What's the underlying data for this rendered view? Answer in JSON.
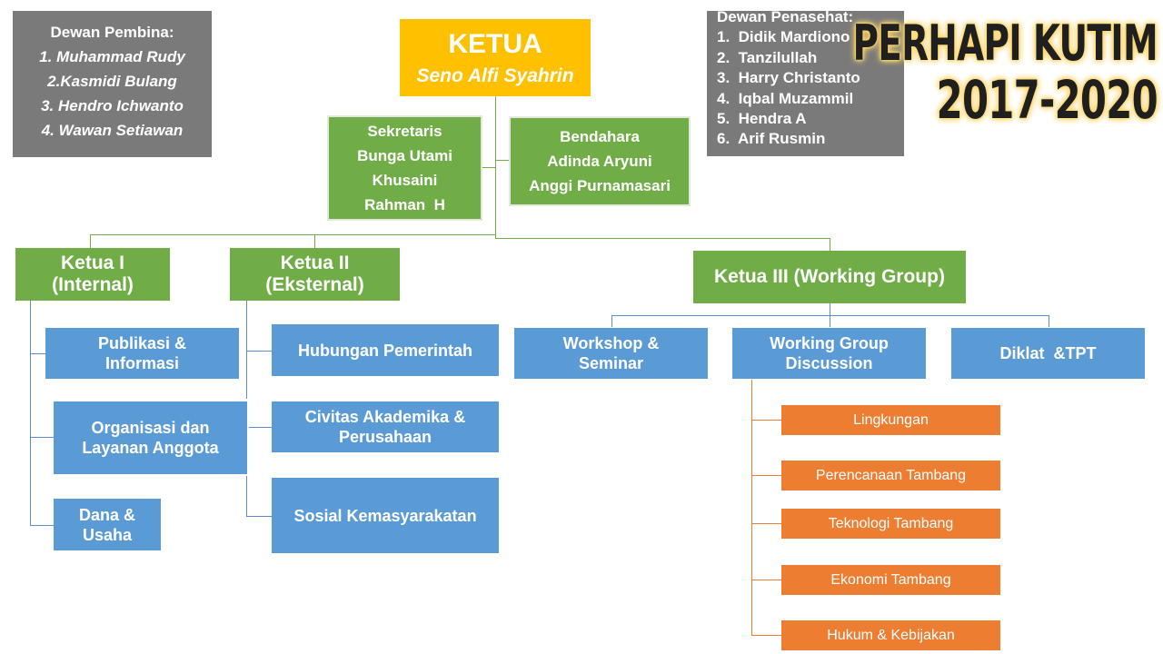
{
  "title": {
    "line1": "PERHAPI KUTIM",
    "line2": "2017-2020"
  },
  "dewan_pembina": {
    "heading": "Dewan Pembina:",
    "members": [
      "1. Muhammad Rudy",
      "2.Kasmidi Bulang",
      "3. Hendro Ichwanto",
      "4. Wawan Setiawan"
    ]
  },
  "dewan_penasehat": {
    "heading": "Dewan Penasehat:",
    "members": [
      "1.  Didik Mardiono",
      "2.  Tanzilullah",
      "3.  Harry Christanto",
      "4.  Iqbal Muzammil",
      "5.  Hendra A",
      "6.  Arif Rusmin"
    ]
  },
  "ketua": {
    "role": "KETUA",
    "name": "Seno Alfi Syahrin"
  },
  "sekretaris": {
    "lines": [
      "Sekretaris",
      "Bunga Utami",
      "Khusaini",
      "Rahman  H"
    ]
  },
  "bendahara": {
    "lines": [
      "Bendahara",
      "Adinda Aryuni",
      "Anggi Purnamasari"
    ]
  },
  "ketua_1": {
    "lines": [
      "Ketua I",
      "(Internal)"
    ],
    "divisions": [
      {
        "lines": [
          "Publikasi &",
          "Informasi"
        ]
      },
      {
        "lines": [
          "Organisasi dan",
          "Layanan Anggota"
        ]
      },
      {
        "lines": [
          "Dana &",
          "Usaha"
        ]
      }
    ]
  },
  "ketua_2": {
    "lines": [
      "Ketua II",
      "(Eksternal)"
    ],
    "divisions": [
      {
        "lines": [
          "Hubungan Pemerintah"
        ]
      },
      {
        "lines": [
          "Civitas Akademika &",
          "Perusahaan"
        ]
      },
      {
        "lines": [
          "Sosial Kemasyarakatan"
        ]
      }
    ]
  },
  "ketua_3": {
    "label": "Ketua III (Working Group)",
    "divisions": [
      {
        "lines": [
          "Workshop &",
          "Seminar"
        ]
      },
      {
        "lines": [
          "Working Group",
          "Discussion"
        ]
      },
      {
        "lines": [
          "Diklat  &TPT"
        ]
      }
    ],
    "working_groups": [
      "Lingkungan",
      "Perencanaan Tambang",
      "Teknologi Tambang",
      "Ekonomi Tambang",
      "Hukum & Kebijakan"
    ]
  },
  "colors": {
    "gray": "#7a7a7a",
    "gold": "#ffc000",
    "green": "#70ad47",
    "blue": "#5b9bd5",
    "orange": "#ed7d31"
  }
}
